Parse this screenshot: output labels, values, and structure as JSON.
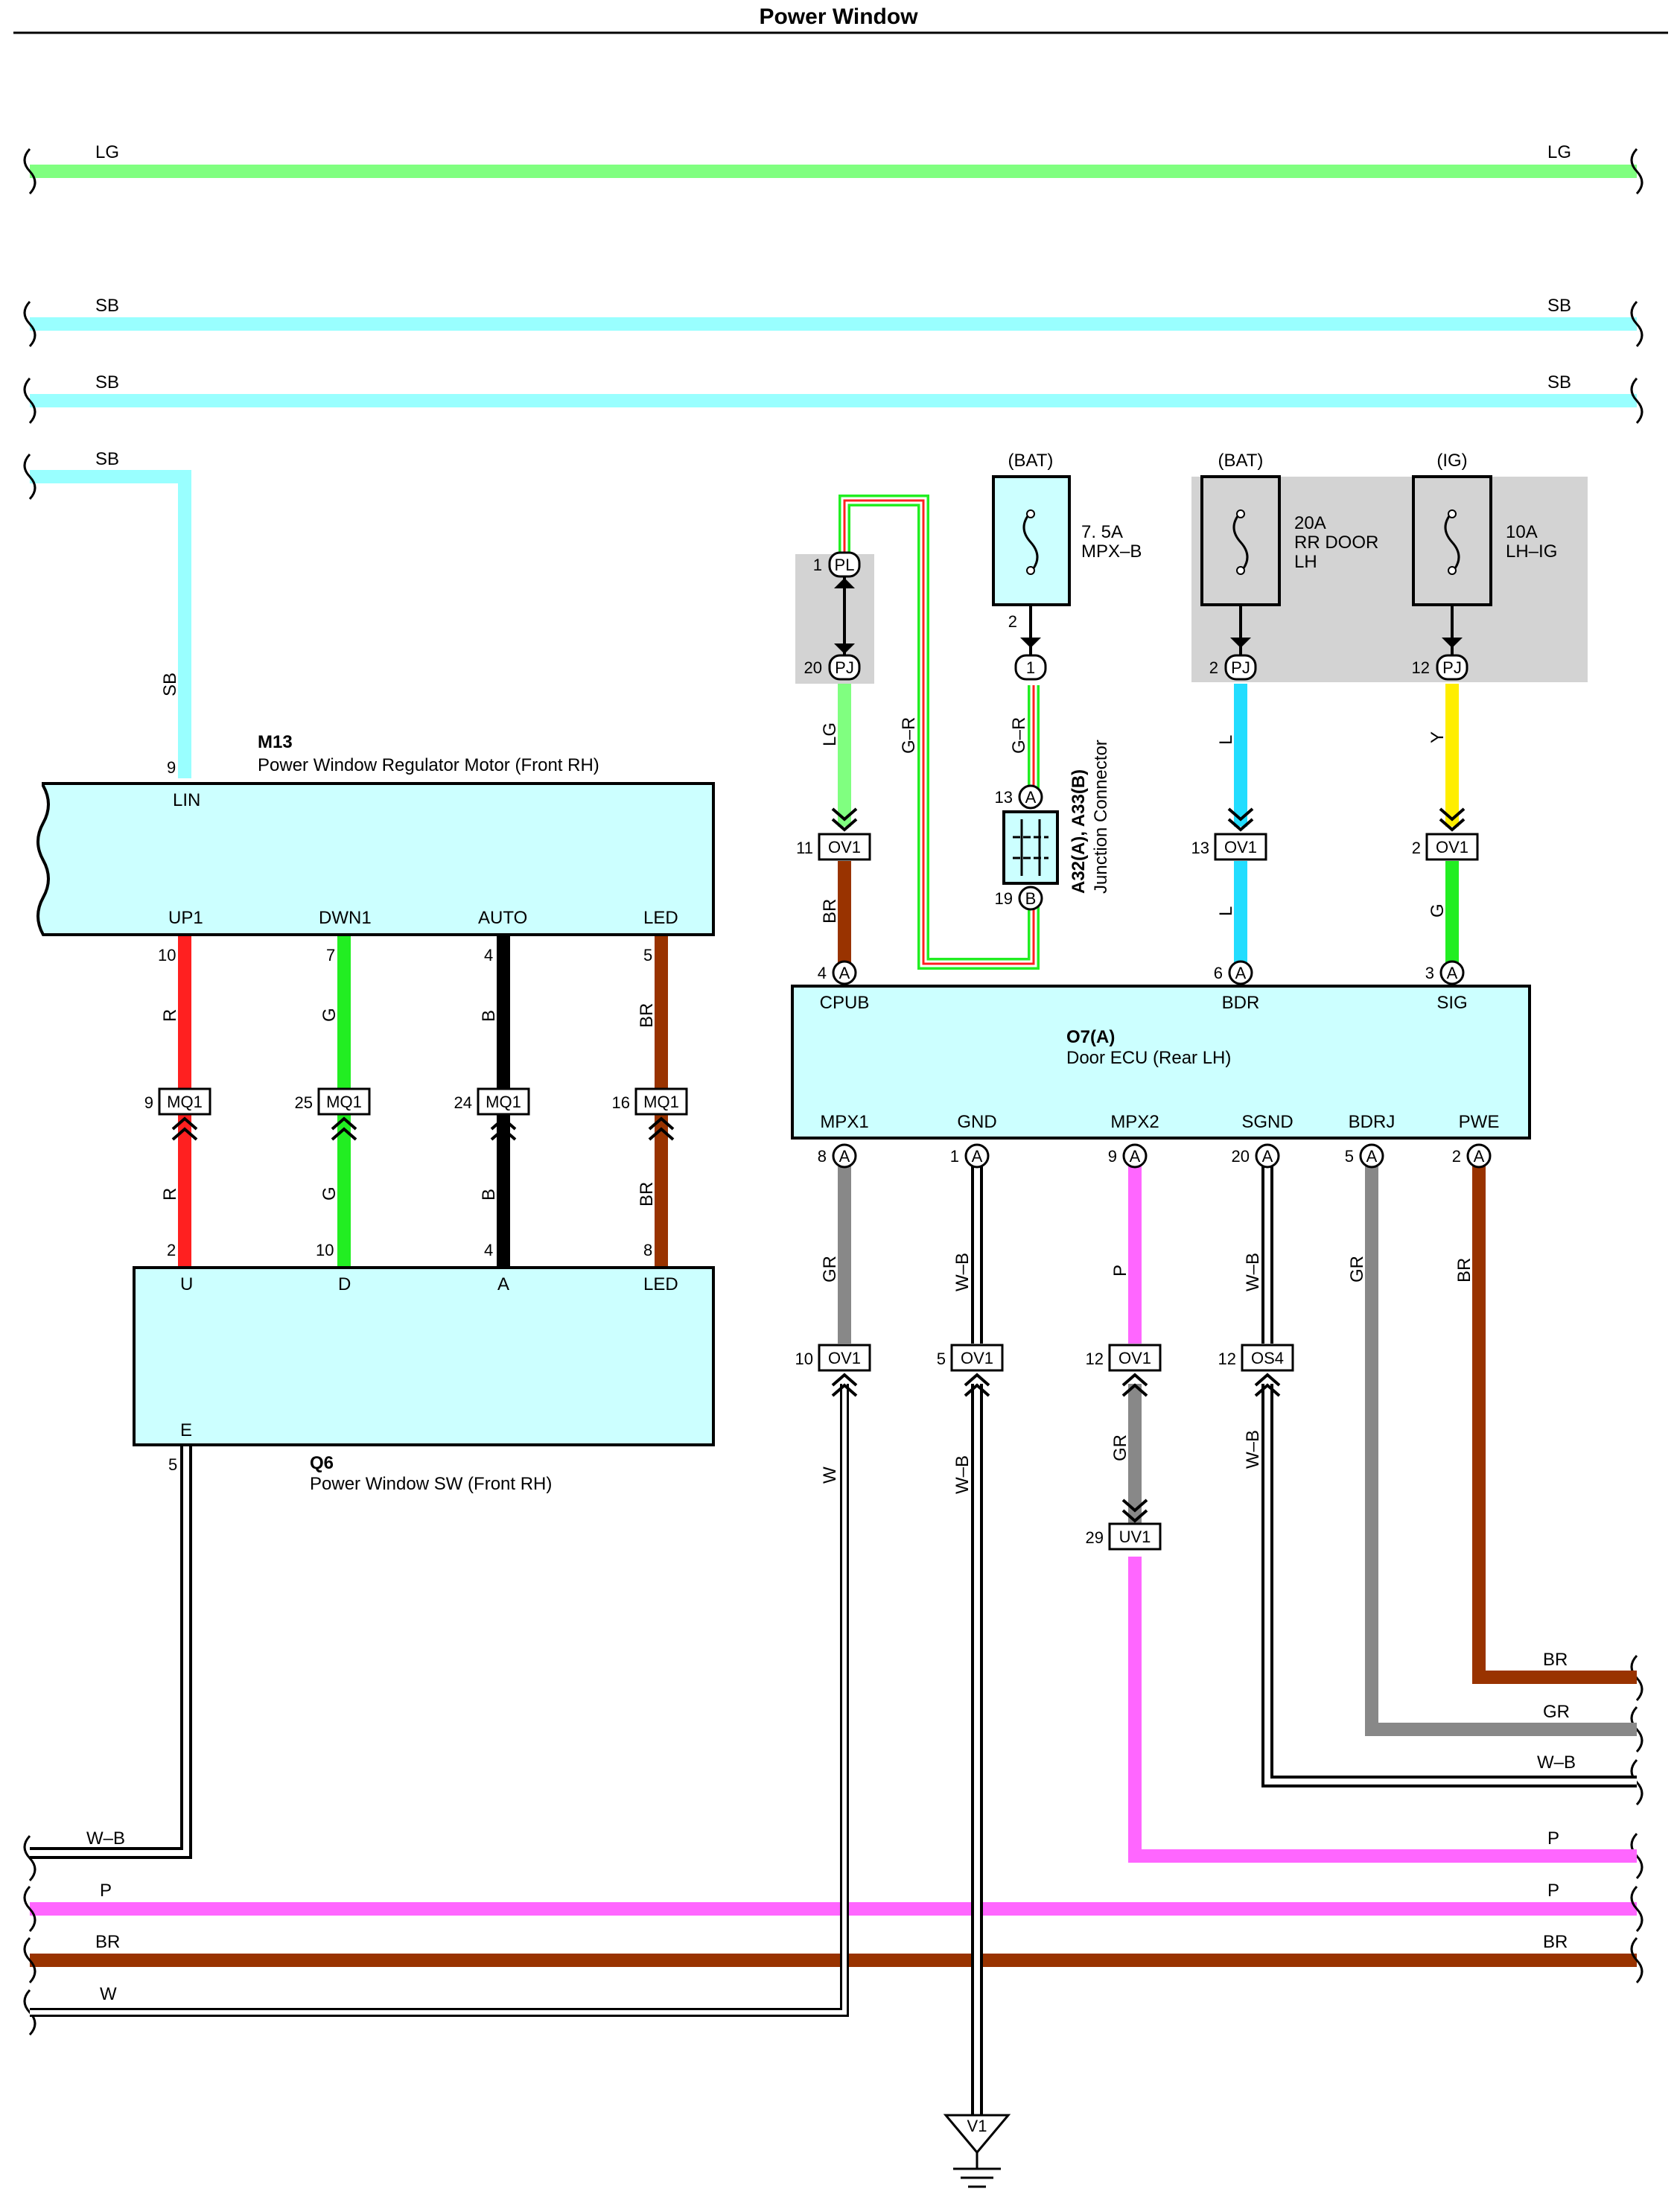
{
  "title": "Power Window",
  "colors": {
    "LG": "#80ff80",
    "SB": "#99ffff",
    "R": "#ff2020",
    "G": "#22ee22",
    "B": "#000000",
    "BR": "#993300",
    "GR": "#888888",
    "P": "#ff66ff",
    "L": "#22ddff",
    "Y": "#ffee00",
    "W": "#ffffff",
    "box_fill": "#ccffff",
    "shade": "#d3d3d3"
  },
  "bus_labels": {
    "lg_left": "LG",
    "lg_right": "LG",
    "sb1_left": "SB",
    "sb1_right": "SB",
    "sb2_left": "SB",
    "sb2_right": "SB",
    "sb3_left": "SB",
    "wb_left": "W–B",
    "p_left": "P",
    "br_left": "BR",
    "w_left": "W",
    "br_right_top": "BR",
    "gr_right": "GR",
    "wb_right": "W–B",
    "p_right_top": "P",
    "p_right": "P",
    "br_right": "BR"
  },
  "m13": {
    "code": "M13",
    "name": "Power Window Regulator Motor (Front RH)",
    "pins": {
      "lin": "LIN",
      "up1": "UP1",
      "dwn1": "DWN1",
      "auto": "AUTO",
      "led": "LED"
    },
    "pin_numbers": {
      "lin": "9",
      "up1": "10",
      "dwn1": "7",
      "auto": "4",
      "led": "5"
    },
    "wire_sb": "SB"
  },
  "q6": {
    "code": "Q6",
    "name": "Power Window SW (Front RH)",
    "pins": {
      "u": "U",
      "d": "D",
      "a": "A",
      "led": "LED",
      "e": "E"
    },
    "pin_numbers": {
      "u": "2",
      "d": "10",
      "a": "4",
      "led": "8",
      "e": "5"
    }
  },
  "mq1": {
    "label": "MQ1",
    "pin_numbers": [
      "9",
      "25",
      "24",
      "16"
    ],
    "wire_upper": [
      "R",
      "G",
      "B",
      "BR"
    ],
    "wire_lower": [
      "R",
      "G",
      "B",
      "BR"
    ]
  },
  "pl_pj": {
    "pl": "PL",
    "pj": "PJ",
    "pl_pin": "1",
    "pj_pin": "20",
    "wire_lg": "LG",
    "wire_gr_diag": "G–R"
  },
  "fuse_mpxb": {
    "source": "(BAT)",
    "rating": "7. 5A",
    "name": "MPX–B",
    "out_pin": "2",
    "conn_pin": "1",
    "wire": "G–R"
  },
  "junction": {
    "codes": "A32(A), A33(B)",
    "name": "Junction Connector",
    "pin_a": "13",
    "pin_b": "19",
    "letter_a": "A",
    "letter_b": "B"
  },
  "fuse_rrdoor": {
    "source": "(BAT)",
    "rating": "20A",
    "name_line1": "RR DOOR",
    "name_line2": "LH",
    "pj_pin": "2",
    "pj": "PJ",
    "wire_top": "L"
  },
  "fuse_lhig": {
    "source": "(IG)",
    "rating": "10A",
    "name": "LH–IG",
    "pj_pin": "12",
    "pj": "PJ",
    "wire_top": "Y"
  },
  "ov1_top": {
    "label": "OV1",
    "pins": [
      "11",
      "13",
      "2"
    ],
    "wire_lower": [
      "BR",
      "L",
      "G"
    ]
  },
  "o7": {
    "code": "O7(A)",
    "name": "Door ECU (Rear LH)",
    "connector": "A",
    "top_pins": {
      "cpub": "CPUB",
      "bdr": "BDR",
      "sig": "SIG"
    },
    "top_pin_numbers": {
      "cpub": "4",
      "bdr": "6",
      "sig": "3"
    },
    "bottom_pins": [
      "MPX1",
      "GND",
      "MPX2",
      "SGND",
      "BDRJ",
      "PWE"
    ],
    "bottom_pin_numbers": [
      "8",
      "1",
      "9",
      "20",
      "5",
      "2"
    ]
  },
  "lower_wires": {
    "mpx1_upper": "GR",
    "gnd_upper": "W–B",
    "mpx2_upper": "P",
    "sgnd_upper": "W–B",
    "bdrj": "GR",
    "pwe": "BR",
    "mpx1_lower": "W",
    "gnd_lower": "W–B",
    "mpx2_mid": "GR",
    "sgnd_lower": "W–B"
  },
  "lower_connectors": {
    "ov1_a_pin": "10",
    "ov1_b_pin": "5",
    "ov1_c_pin": "12",
    "os4_pin": "12",
    "uv1_pin": "29",
    "ov1": "OV1",
    "os4": "OS4",
    "uv1": "UV1"
  },
  "ground": {
    "label": "V1"
  }
}
